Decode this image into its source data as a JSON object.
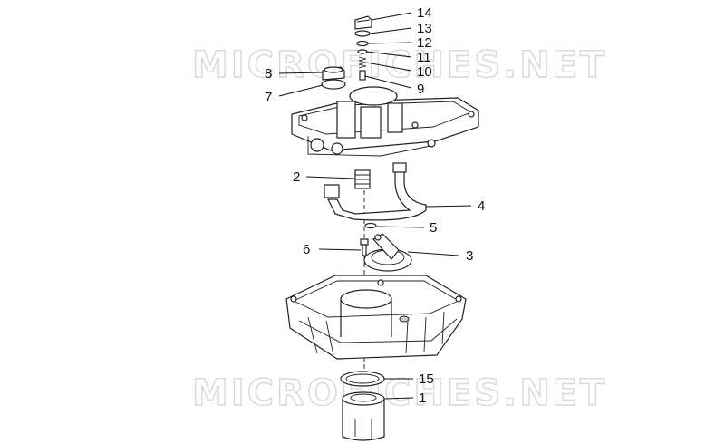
{
  "watermark": {
    "text": "MICROFICHES.NET"
  },
  "callouts": [
    {
      "id": "14",
      "label": "14"
    },
    {
      "id": "13",
      "label": "13"
    },
    {
      "id": "12",
      "label": "12"
    },
    {
      "id": "11",
      "label": "11"
    },
    {
      "id": "10",
      "label": "10"
    },
    {
      "id": "9",
      "label": "9"
    },
    {
      "id": "8",
      "label": "8"
    },
    {
      "id": "7",
      "label": "7"
    },
    {
      "id": "2",
      "label": "2"
    },
    {
      "id": "4",
      "label": "4"
    },
    {
      "id": "5",
      "label": "5"
    },
    {
      "id": "6",
      "label": "6"
    },
    {
      "id": "3",
      "label": "3"
    },
    {
      "id": "15",
      "label": "15"
    },
    {
      "id": "1",
      "label": "1"
    }
  ]
}
